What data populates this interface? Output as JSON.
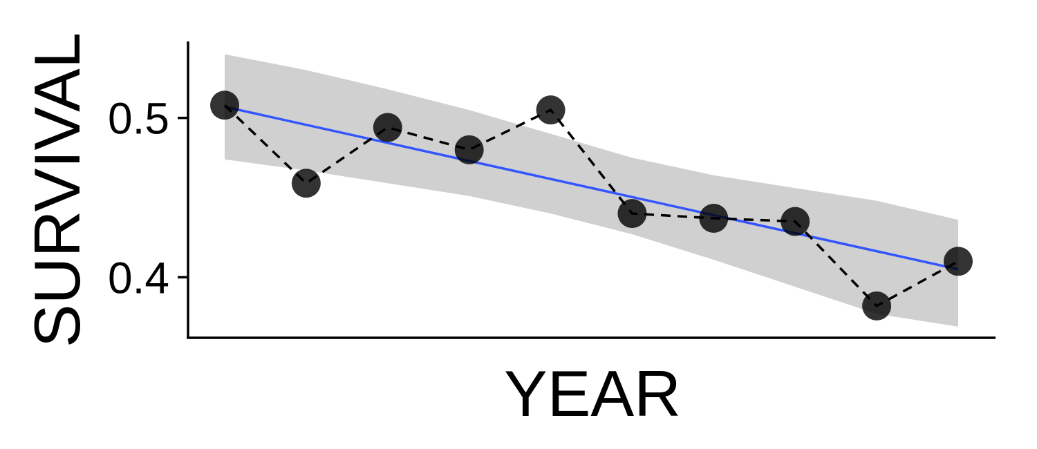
{
  "chart_data": {
    "type": "scatter",
    "xlabel": "YEAR",
    "ylabel": "SURVIVAL",
    "ylim": [
      0.362,
      0.548
    ],
    "x": [
      1,
      2,
      3,
      4,
      5,
      6,
      7,
      8,
      9,
      10
    ],
    "series": [
      {
        "values": [
          0.508,
          0.459,
          0.494,
          0.48,
          0.505,
          0.44,
          0.437,
          0.435,
          0.382,
          0.41
        ],
        "style": "points-with-dashed-line",
        "color": "#000000"
      }
    ],
    "trend": {
      "method": "linear fit with confidence band",
      "start": 0.507,
      "end": 0.405,
      "color": "#3355FF",
      "band_color": "#D0D0D0",
      "band_lower": [
        0.474,
        0.467,
        0.459,
        0.451,
        0.44,
        0.427,
        0.411,
        0.394,
        0.377,
        0.369
      ],
      "band_upper": [
        0.54,
        0.53,
        0.518,
        0.505,
        0.49,
        0.475,
        0.464,
        0.456,
        0.448,
        0.436
      ]
    },
    "y_ticks": [
      {
        "value": 0.5,
        "label": "0.5"
      },
      {
        "value": 0.4,
        "label": "0.4"
      }
    ],
    "x_ticks": [],
    "grid": false,
    "legend": "none"
  }
}
